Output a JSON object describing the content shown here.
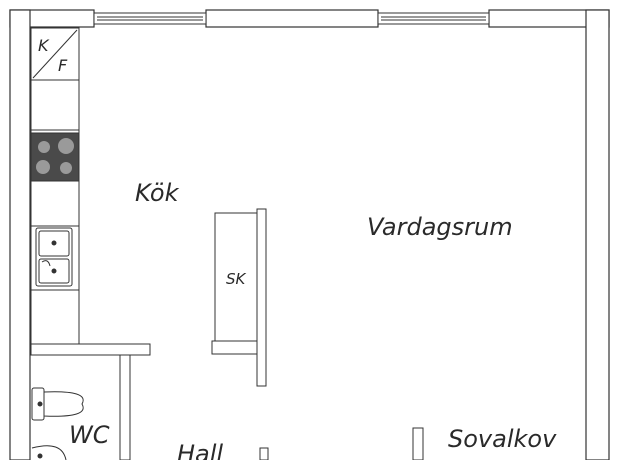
{
  "rooms": {
    "kitchen": "Kök",
    "living_room": "Vardagsrum",
    "wc": "WC",
    "hall": "Hall",
    "bedroom_alcove": "Sovalkov"
  },
  "fixtures": {
    "fridge_top": "K",
    "fridge_bottom": "F",
    "closet": "SK"
  },
  "colors": {
    "wall": "#555555",
    "line": "#333333",
    "stove": "#4a4a4a",
    "burner": "#9a9a9a"
  }
}
